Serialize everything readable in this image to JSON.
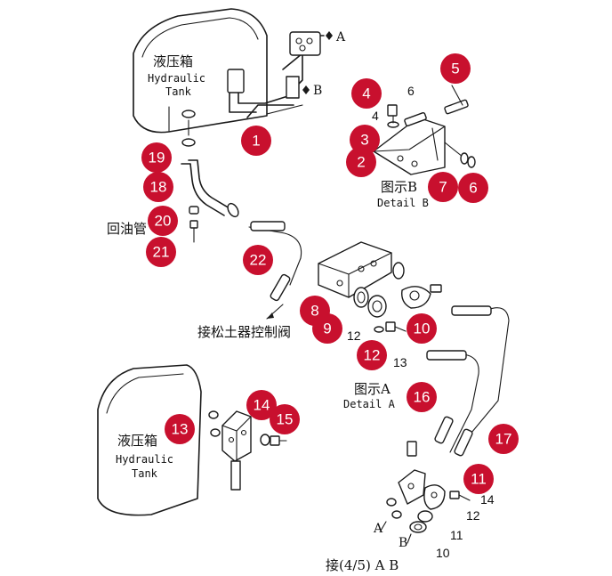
{
  "labels": {
    "tank_top_zh": "液压箱",
    "tank_top_en_1": "Hydraulic",
    "tank_top_en_2": "Tank",
    "tank_bottom_zh": "液压箱",
    "tank_bottom_en_1": "Hydraulic",
    "tank_bottom_en_2": "Tank",
    "return_pipe_zh": "回油管",
    "ripper_valve_zh": "接松土器控制阀",
    "detail_b_zh": "图示B",
    "detail_b_en": "Detail B",
    "detail_a_zh": "图示A",
    "detail_a_en": "Detail A",
    "ref_a_top": "A",
    "ref_b_top": "B",
    "footer": "接(4/5) A B",
    "ref_a_bottom": "A",
    "ref_b_bottom": "B"
  },
  "plain_numbers": {
    "n6_upper": "6",
    "n4_small": "4",
    "n12_mid": "12",
    "n13_mid": "13",
    "n14_low": "14",
    "n12_low": "12",
    "n11_low": "11",
    "n10_low": "10"
  },
  "callouts": {
    "c1": "1",
    "c2": "2",
    "c3": "3",
    "c4": "4",
    "c5": "5",
    "c6": "6",
    "c7": "7",
    "c8": "8",
    "c9": "9",
    "c10": "10",
    "c11": "11",
    "c12": "12",
    "c13": "13",
    "c14": "14",
    "c15": "15",
    "c16": "16",
    "c17": "17",
    "c18": "18",
    "c19": "19",
    "c20": "20",
    "c21": "21",
    "c22": "22"
  },
  "colors": {
    "callout_fill": "#c8102e",
    "line": "#1a1a1a",
    "background": "#ffffff"
  }
}
